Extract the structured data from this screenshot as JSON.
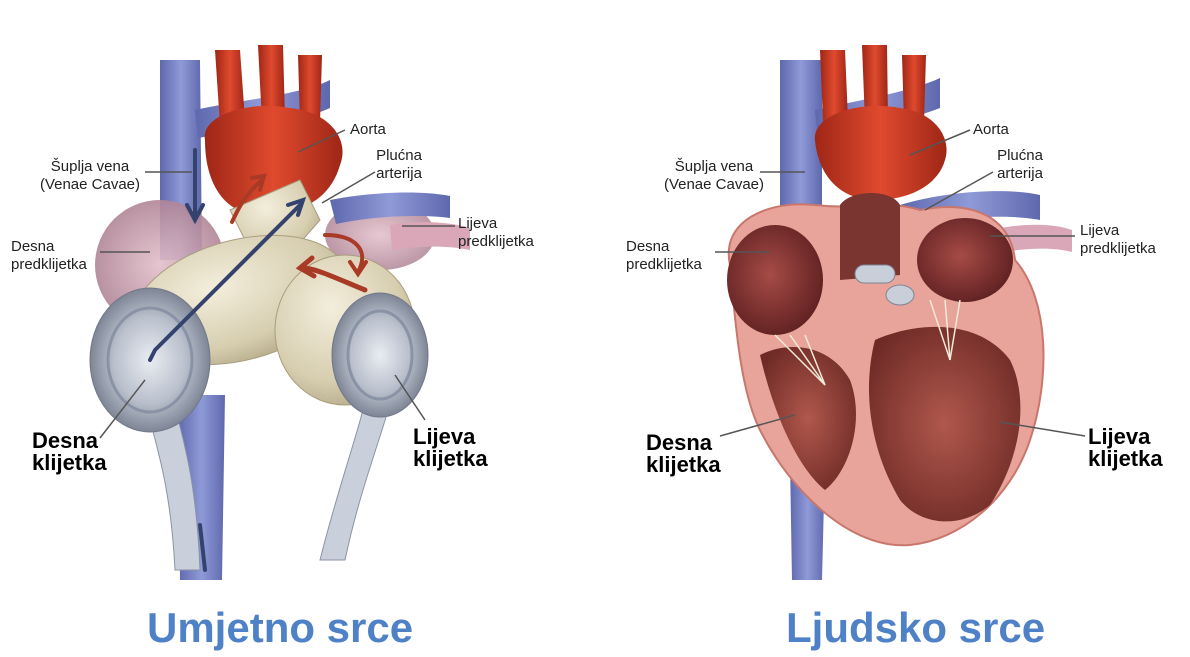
{
  "left_panel": {
    "title": "Umjetno srce",
    "labels": {
      "vena_line1": "Šuplja vena",
      "vena_line2": "(Venae Cavae)",
      "aorta": "Aorta",
      "plucna_line1": "Plućna",
      "plucna_line2": "arterija",
      "lijeva_pred_line1": "Lijeva",
      "lijeva_pred_line2": "predklijetka",
      "desna_pred_line1": "Desna",
      "desna_pred_line2": "predklijetka",
      "desna_klij_line1": "Desna",
      "desna_klij_line2": "klijetka",
      "lijeva_klij_line1": "Lijeva",
      "lijeva_klij_line2": "klijetka"
    }
  },
  "right_panel": {
    "title": "Ljudsko srce",
    "labels": {
      "vena_line1": "Šuplja vena",
      "vena_line2": "(Venae Cavae)",
      "aorta": "Aorta",
      "plucna_line1": "Plućna",
      "plucna_line2": "arterija",
      "lijeva_pred_line1": "Lijeva",
      "lijeva_pred_line2": "predklijetka",
      "desna_pred_line1": "Desna",
      "desna_pred_line2": "predklijetka",
      "desna_klij_line1": "Desna",
      "desna_klij_line2": "klijetka",
      "lijeva_klij_line1": "Lijeva",
      "lijeva_klij_line2": "klijetka"
    }
  },
  "colors": {
    "vein_blue": "#7a86c8",
    "aorta_red": "#c8321f",
    "atrium_pink": "#c89aa8",
    "device_cream": "#ddd5bb",
    "flow_arrow_blue": "#34426e",
    "flow_arrow_red": "#a83a26",
    "heart_muscle": "#8e3f36",
    "heart_outer": "#e8a49a",
    "title_blue": "#4f81c7"
  }
}
